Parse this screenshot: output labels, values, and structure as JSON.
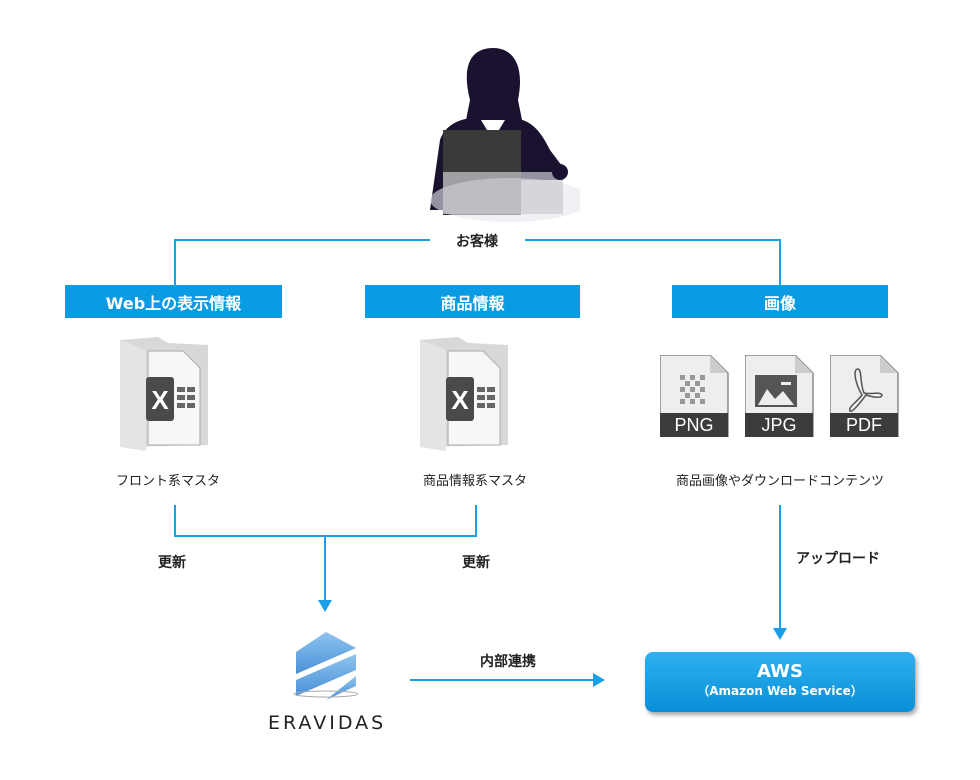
{
  "customer": {
    "label": "お客様"
  },
  "headers": [
    "Web上の表示情報",
    "商品情報",
    "画像"
  ],
  "files": {
    "front_master": "フロント系マスタ",
    "product_master": "商品情報系マスタ",
    "images_caption": "商品画像やダウンロードコンテンツ",
    "types": [
      "PNG",
      "JPG",
      "PDF"
    ]
  },
  "flows": {
    "update_left": "更新",
    "update_right": "更新",
    "upload": "アップロード",
    "internal": "内部連携"
  },
  "eravidas": {
    "name": "ERAVIDAS"
  },
  "aws": {
    "title": "AWS",
    "subtitle": "（Amazon Web Service）"
  },
  "colors": {
    "accent": "#0b9be3",
    "line": "#1a9ee6",
    "silhouette": "#1b1230"
  }
}
